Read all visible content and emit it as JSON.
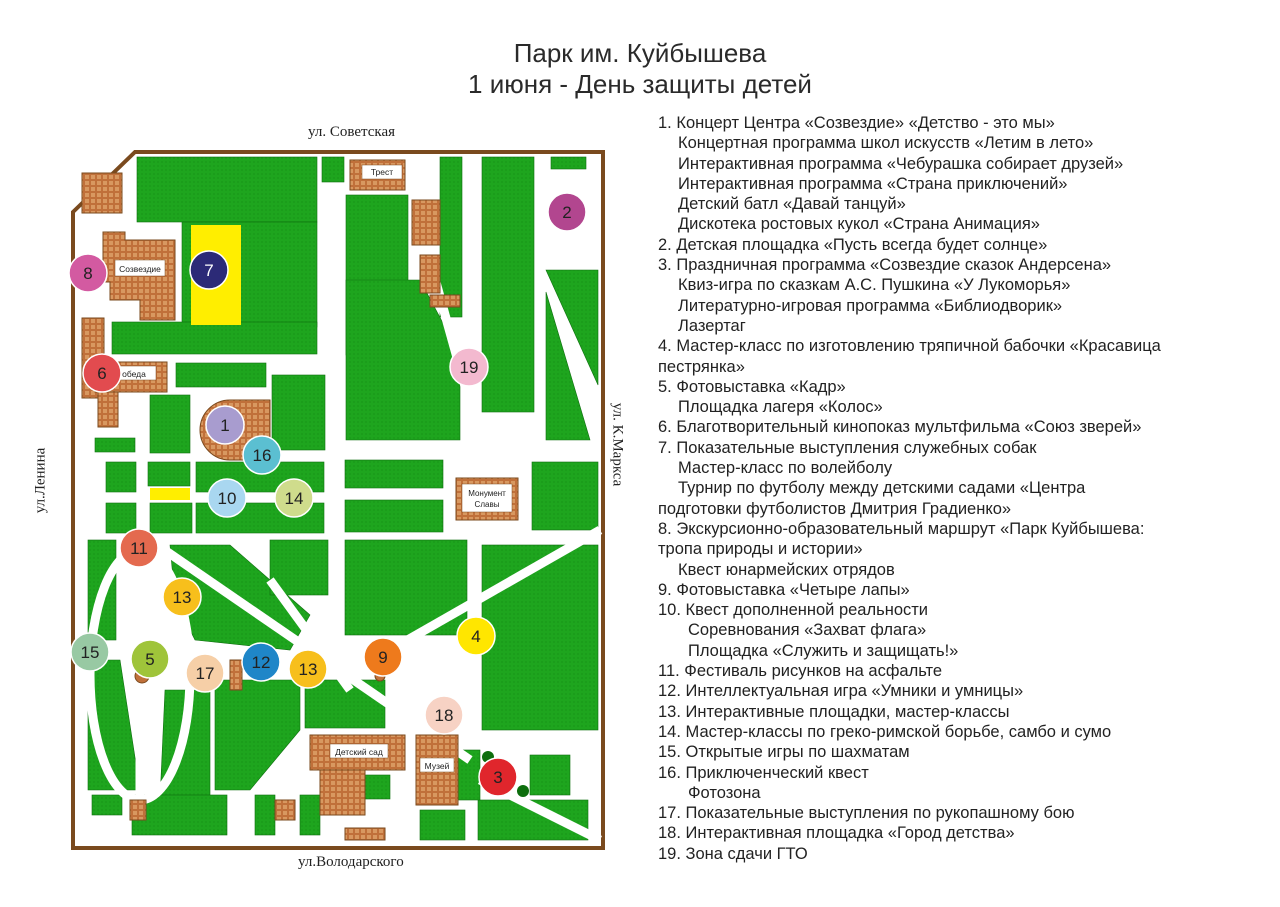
{
  "title": {
    "line1": "Парк им. Куйбышева",
    "line2": "1 июня - День защиты детей"
  },
  "streets": {
    "top": "ул. Советская",
    "bottom": "ул.Володарского",
    "left": "ул.Ленина",
    "right": "ул. К.Маркса"
  },
  "buildings": {
    "sozvezdie": "Созвездие",
    "trest": "Трест",
    "pobeda": "обеда",
    "monument_1": "Монумент",
    "monument_2": "Славы",
    "kindergarten": "Детский сад",
    "museum": "Музей"
  },
  "colors": {
    "grass": "#1ea51e",
    "path": "#ffffff",
    "border": "#7a4a1e",
    "building": "#c0703a",
    "highlight": "#ffee00"
  },
  "markers": [
    {
      "label": "1",
      "color": "#a89ccf"
    },
    {
      "label": "2",
      "color": "#b2468f"
    },
    {
      "label": "3",
      "color": "#e0262c"
    },
    {
      "label": "4",
      "color": "#ffe600"
    },
    {
      "label": "5",
      "color": "#9fc43a"
    },
    {
      "label": "6",
      "color": "#e24b4f"
    },
    {
      "label": "7",
      "color": "#2c2a77"
    },
    {
      "label": "8",
      "color": "#d35aa1"
    },
    {
      "label": "9",
      "color": "#ee7a1c"
    },
    {
      "label": "10",
      "color": "#a9d7f0"
    },
    {
      "label": "11",
      "color": "#e46a4f"
    },
    {
      "label": "12",
      "color": "#1f86c8"
    },
    {
      "label": "13",
      "color": "#f7bf1c"
    },
    {
      "label": "13",
      "color": "#f7bf1c"
    },
    {
      "label": "14",
      "color": "#cfdc8c"
    },
    {
      "label": "15",
      "color": "#98c9a3"
    },
    {
      "label": "16",
      "color": "#5bbfd1"
    },
    {
      "label": "17",
      "color": "#f6cfa7"
    },
    {
      "label": "18",
      "color": "#f7d2c4"
    },
    {
      "label": "19",
      "color": "#f3b9cf"
    }
  ],
  "legend": [
    "1. Концерт Центра «Созвездие» «Детство - это мы»",
    "Концертная программа школ искусств «Летим в лето»",
    "Интерактивная программа «Чебурашка собирает друзей»",
    "Интерактивная программа «Страна приключений»",
    "Детский батл «Давай танцуй»",
    "Дискотека ростовых кукол «Страна Анимация»",
    "2. Детская площадка «Пусть всегда будет солнце»",
    "3. Праздничная программа «Созвездие сказок Андерсена»",
    "Квиз-игра по сказкам А.С. Пушкина «У Лукоморья»",
    "Литературно-игровая программа «Библиодворик»",
    "Лазертаг",
    "4. Мастер-класс по изготовлению тряпичной бабочки «Красавица",
    "пестрянка»",
    "5. Фотовыставка «Кадр»",
    "Площадка лагеря «Колос»",
    "6. Благотворительный кинопоказ мультфильма «Союз зверей»",
    "7. Показательные выступления служебных собак",
    "Мастер-класс по волейболу",
    "Турнир по футболу между детскими садами «Центра",
    "подготовки футболистов Дмитрия Градиенко»",
    "8. Экскурсионно-образовательный маршрут «Парк Куйбышева:",
    "тропа природы и истории»",
    "Квест юнармейских отрядов",
    "9. Фотовыставка «Четыре лапы»",
    "10. Квест дополненной реальности",
    "Соревнования «Захват флага»",
    "Площадка «Служить и защищать!»",
    "11. Фестиваль рисунков на асфальте",
    "12. Интеллектуальная игра «Умники и умницы»",
    "13. Интерактивные площадки, мастер-классы",
    "14. Мастер-классы по греко-римской борьбе, самбо и сумо",
    "15. Открытые игры по шахматам",
    "16. Приключенческий квест",
    "Фотозона",
    "17. Показательные выступления по рукопашному бою",
    "18. Интерактивная площадка «Город детства»",
    "19. Зона сдачи ГТО"
  ]
}
